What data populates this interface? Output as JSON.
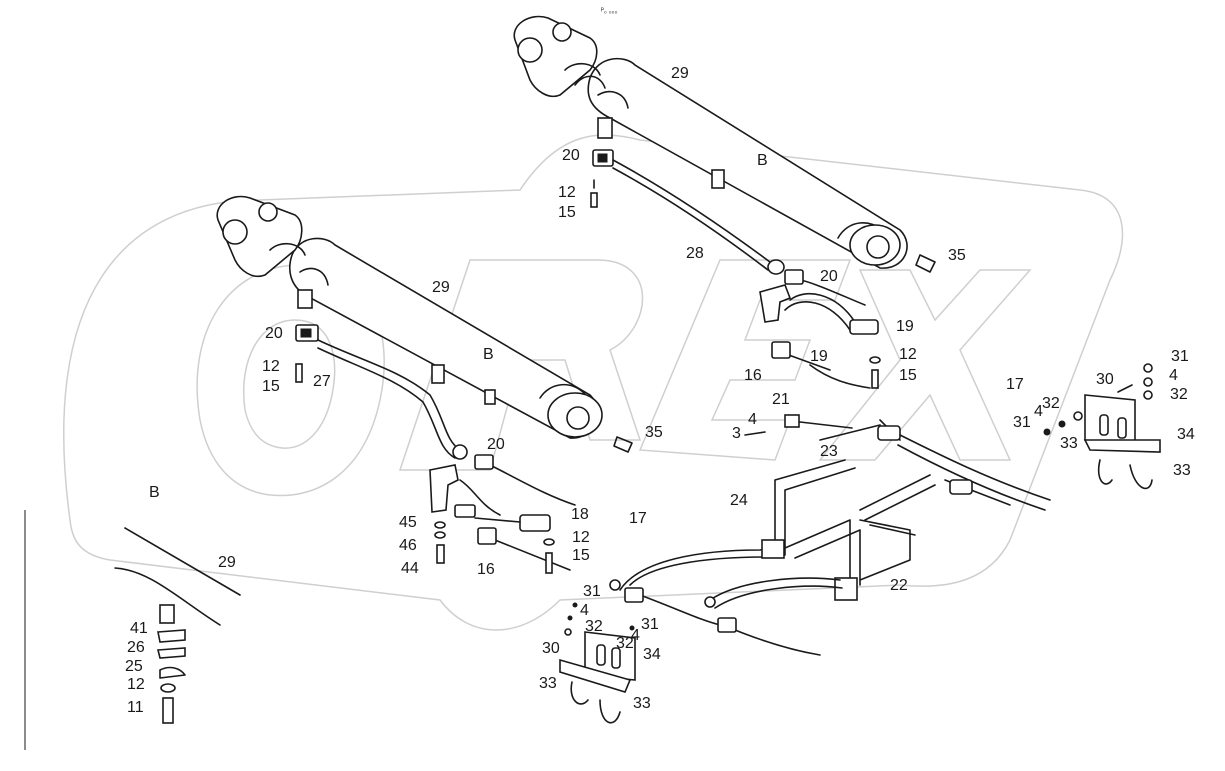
{
  "header": {
    "code": "ᴾ₀ ₀₀₀"
  },
  "watermark": {
    "text": "OREX"
  },
  "labels": [
    {
      "text": "29"
    },
    {
      "text": "20"
    },
    {
      "text": "B"
    },
    {
      "text": "12"
    },
    {
      "text": "15"
    },
    {
      "text": "29"
    },
    {
      "text": "28"
    },
    {
      "text": "35"
    },
    {
      "text": "20"
    },
    {
      "text": "20"
    },
    {
      "text": "B"
    },
    {
      "text": "12"
    },
    {
      "text": "15"
    },
    {
      "text": "27"
    },
    {
      "text": "19"
    },
    {
      "text": "19"
    },
    {
      "text": "12"
    },
    {
      "text": "15"
    },
    {
      "text": "16"
    },
    {
      "text": "17"
    },
    {
      "text": "21"
    },
    {
      "text": "4"
    },
    {
      "text": "3"
    },
    {
      "text": "35"
    },
    {
      "text": "20"
    },
    {
      "text": "23"
    },
    {
      "text": "24"
    },
    {
      "text": "18"
    },
    {
      "text": "17"
    },
    {
      "text": "12"
    },
    {
      "text": "15"
    },
    {
      "text": "16"
    },
    {
      "text": "45"
    },
    {
      "text": "46"
    },
    {
      "text": "44"
    },
    {
      "text": "B"
    },
    {
      "text": "29"
    },
    {
      "text": "31"
    },
    {
      "text": "4"
    },
    {
      "text": "32"
    },
    {
      "text": "31"
    },
    {
      "text": "4"
    },
    {
      "text": "32"
    },
    {
      "text": "30"
    },
    {
      "text": "34"
    },
    {
      "text": "33"
    },
    {
      "text": "33"
    },
    {
      "text": "22"
    },
    {
      "text": "41"
    },
    {
      "text": "26"
    },
    {
      "text": "25"
    },
    {
      "text": "12"
    },
    {
      "text": "11"
    },
    {
      "text": "31"
    },
    {
      "text": "4"
    },
    {
      "text": "32"
    },
    {
      "text": "30"
    },
    {
      "text": "31"
    },
    {
      "text": "4"
    },
    {
      "text": "32"
    },
    {
      "text": "33"
    },
    {
      "text": "34"
    },
    {
      "text": "33"
    }
  ]
}
